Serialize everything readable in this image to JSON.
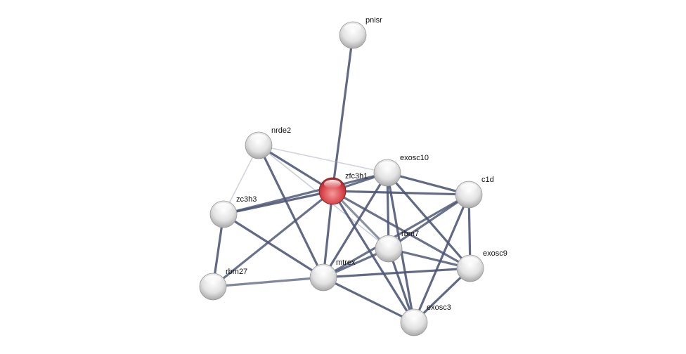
{
  "network": {
    "colors": {
      "edge": "#4d5675",
      "edge_light": "#a8adc0",
      "query_node": "#d9454a",
      "node": "#e6e6e6"
    },
    "nodes": [
      {
        "id": "pnisr",
        "label": "pnisr",
        "query": false
      },
      {
        "id": "nrde2",
        "label": "nrde2",
        "query": false
      },
      {
        "id": "zfc3h1",
        "label": "zfc3h1",
        "query": true
      },
      {
        "id": "exosc10",
        "label": "exosc10",
        "query": false
      },
      {
        "id": "c1d",
        "label": "c1d",
        "query": false
      },
      {
        "id": "zc3h3",
        "label": "zc3h3",
        "query": false
      },
      {
        "id": "rbm7",
        "label": "rbm7",
        "query": false
      },
      {
        "id": "exosc9",
        "label": "exosc9",
        "query": false
      },
      {
        "id": "mtrex",
        "label": "mtrex",
        "query": false
      },
      {
        "id": "rbm27",
        "label": "rbm27",
        "query": false
      },
      {
        "id": "exosc3",
        "label": "exosc3",
        "query": false
      }
    ],
    "edges": [
      [
        "pnisr",
        "zfc3h1",
        0.9
      ],
      [
        "nrde2",
        "exosc10",
        0.3
      ],
      [
        "nrde2",
        "zc3h3",
        0.3
      ],
      [
        "nrde2",
        "zfc3h1",
        0.9
      ],
      [
        "nrde2",
        "mtrex",
        0.9
      ],
      [
        "nrde2",
        "rbm7",
        0.4
      ],
      [
        "zc3h3",
        "zfc3h1",
        0.9
      ],
      [
        "zc3h3",
        "exosc10",
        0.8
      ],
      [
        "zc3h3",
        "mtrex",
        0.9
      ],
      [
        "zc3h3",
        "rbm27",
        0.9
      ],
      [
        "rbm27",
        "zfc3h1",
        0.8
      ],
      [
        "rbm27",
        "mtrex",
        0.6
      ],
      [
        "zfc3h1",
        "exosc10",
        0.8
      ],
      [
        "zfc3h1",
        "c1d",
        0.9
      ],
      [
        "zfc3h1",
        "mtrex",
        0.9
      ],
      [
        "zfc3h1",
        "rbm7",
        0.5
      ],
      [
        "zfc3h1",
        "exosc9",
        0.8
      ],
      [
        "zfc3h1",
        "exosc3",
        0.9
      ],
      [
        "exosc10",
        "c1d",
        0.9
      ],
      [
        "exosc10",
        "rbm7",
        0.9
      ],
      [
        "exosc10",
        "exosc3",
        0.9
      ],
      [
        "exosc10",
        "exosc9",
        0.9
      ],
      [
        "exosc10",
        "mtrex",
        0.9
      ],
      [
        "c1d",
        "rbm7",
        0.8
      ],
      [
        "c1d",
        "mtrex",
        0.8
      ],
      [
        "c1d",
        "exosc9",
        0.9
      ],
      [
        "c1d",
        "exosc3",
        0.9
      ],
      [
        "rbm7",
        "mtrex",
        0.8
      ],
      [
        "rbm7",
        "exosc9",
        0.8
      ],
      [
        "rbm7",
        "exosc3",
        0.9
      ],
      [
        "mtrex",
        "exosc9",
        0.9
      ],
      [
        "mtrex",
        "exosc3",
        0.9
      ],
      [
        "exosc9",
        "exosc3",
        0.9
      ]
    ]
  }
}
